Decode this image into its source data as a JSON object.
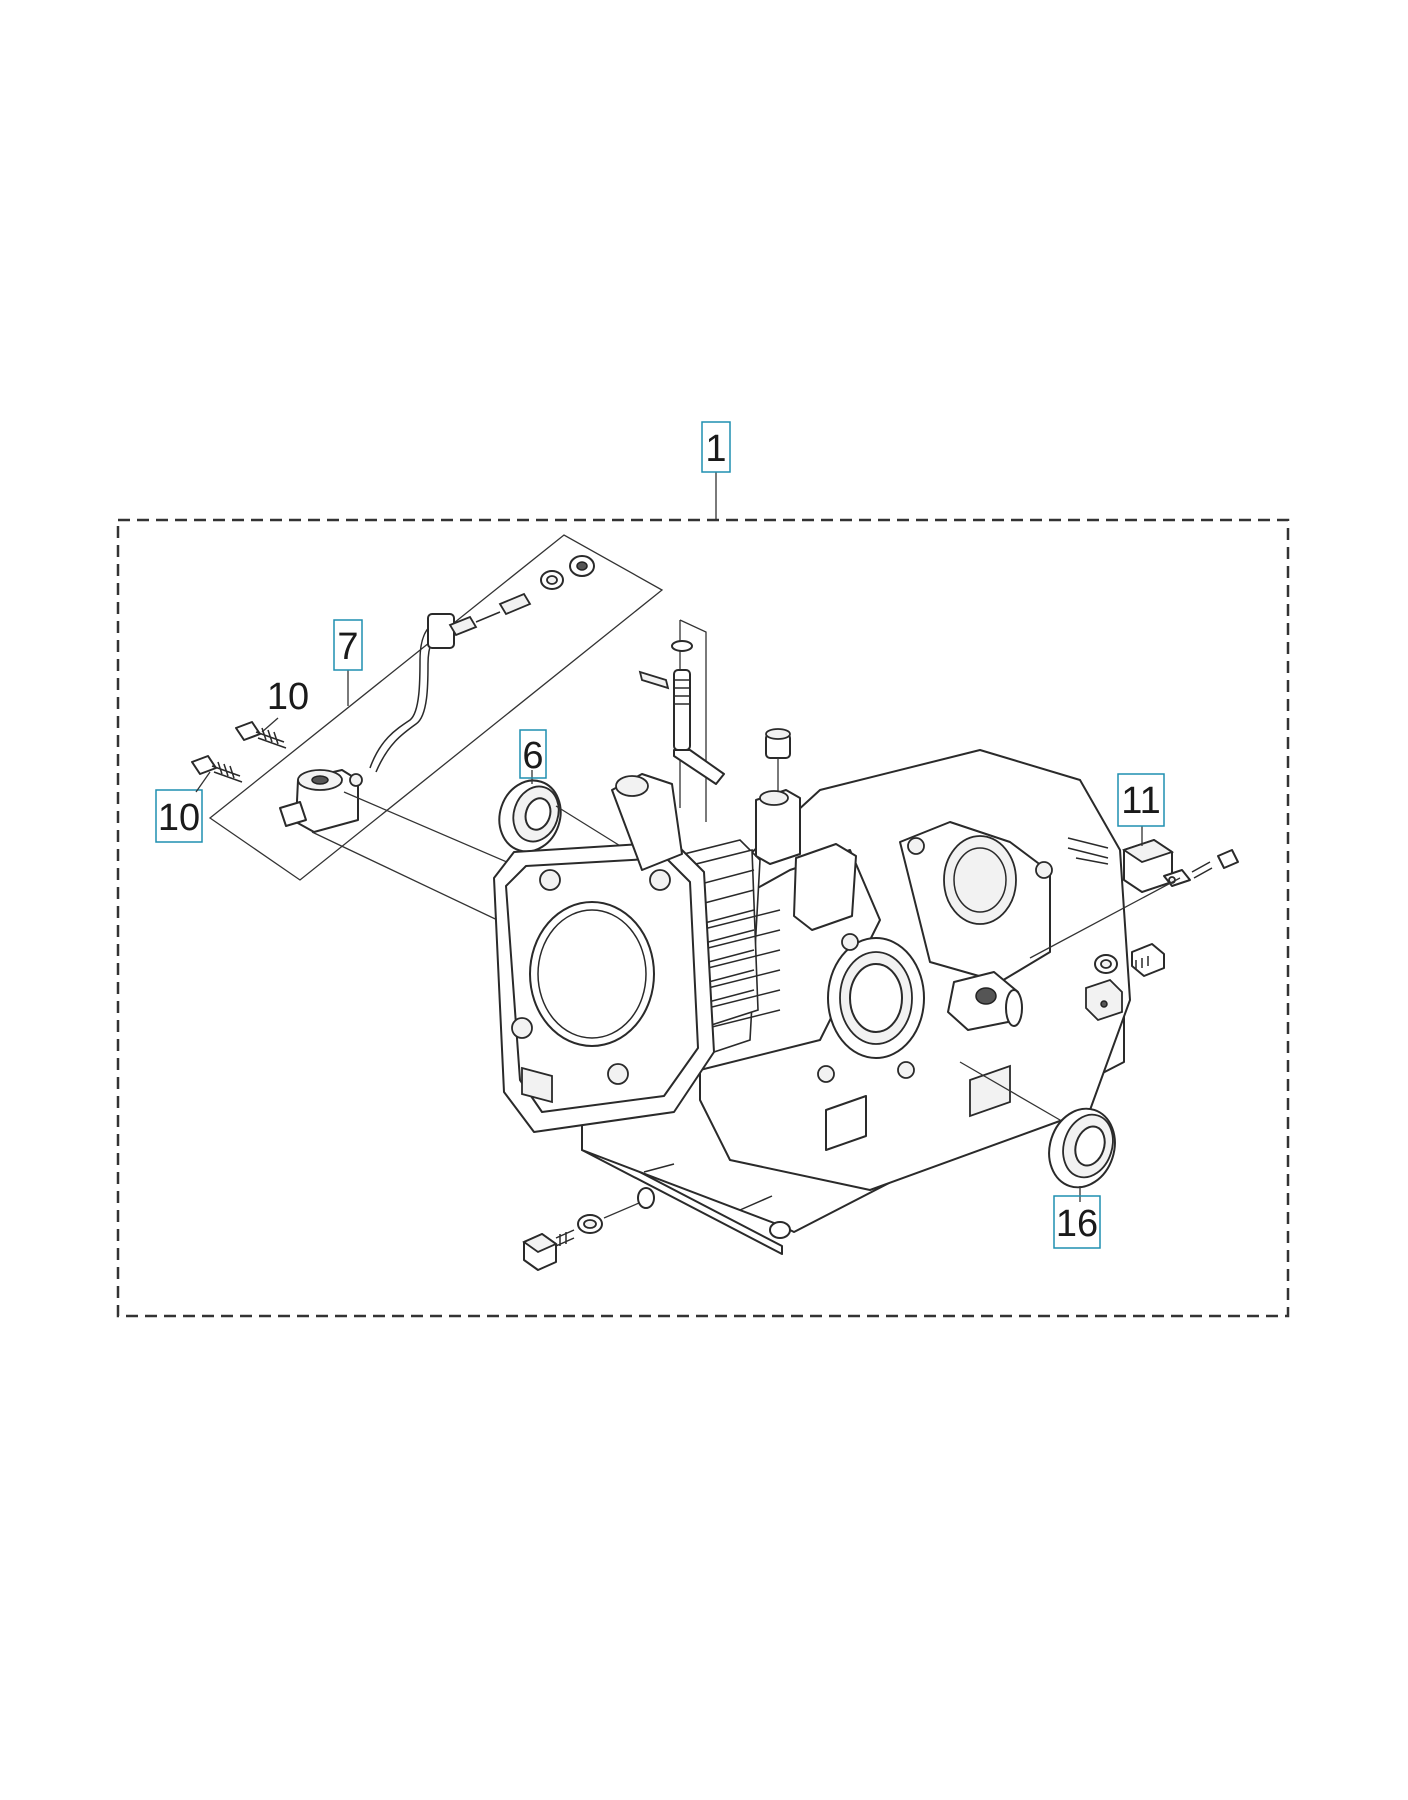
{
  "callouts": [
    {
      "id": "c1",
      "label": "1",
      "boxed": true
    },
    {
      "id": "c7",
      "label": "7",
      "boxed": true
    },
    {
      "id": "c10a",
      "label": "10",
      "boxed": false
    },
    {
      "id": "c10b",
      "label": "10",
      "boxed": true
    },
    {
      "id": "c6",
      "label": "6",
      "boxed": true
    },
    {
      "id": "c11",
      "label": "11",
      "boxed": true
    },
    {
      "id": "c16",
      "label": "16",
      "boxed": true
    }
  ],
  "colors": {
    "callout_box": "#1f8fb0",
    "line": "#2a2a2a",
    "background": "#ffffff"
  }
}
